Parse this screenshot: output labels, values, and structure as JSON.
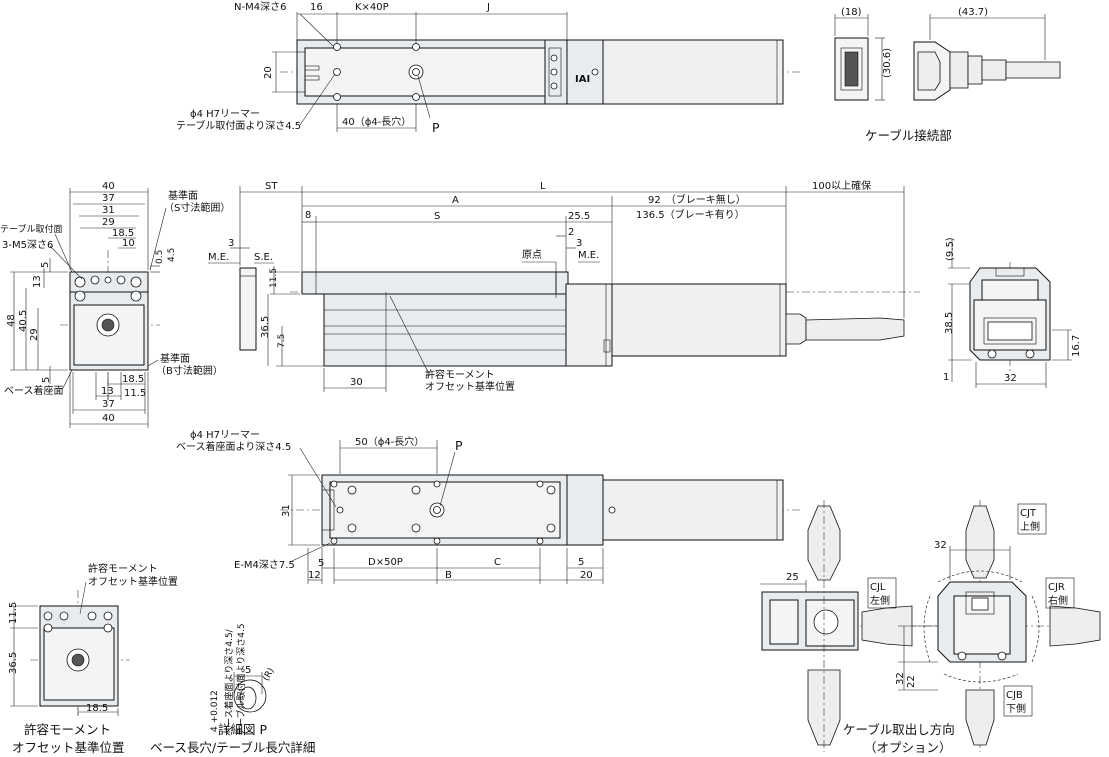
{
  "top_view": {
    "n_m4": "N-M4深さ6",
    "d16": "16",
    "kx40p": "K×40P",
    "j": "J",
    "d20": "20",
    "reamer1": "ϕ4 H7リーマー",
    "reamer2": "テーブル取付面より深さ4.5",
    "d40": "40（ϕ4-長穴）",
    "p": "P"
  },
  "cable_joint": {
    "d18": "(18)",
    "d43_7": "(43.7)",
    "d30_6": "(30.6)",
    "caption": "ケーブル接続部"
  },
  "end_view": {
    "d40": "40",
    "d37": "37",
    "d31": "31",
    "d29": "29",
    "d18_5": "18.5",
    "d10": "10",
    "ref_s1": "基準面",
    "ref_s2": "（S寸法範囲）",
    "table_surface": "テーブル取付面",
    "m5": "3-M5深さ6",
    "d5a": "5",
    "d0_5": "0.5",
    "d4_5": "4.5",
    "d13": "13",
    "d48": "48",
    "d40_5": "40.5",
    "d29v": "29",
    "d5b": "5",
    "ref_b1": "基準面",
    "ref_b2": "（B寸法範囲）",
    "base_surface": "ベース着座面",
    "d18_5b": "18.5",
    "d13b": "13",
    "d11_5": "11.5",
    "d37b": "37",
    "d40b": "40"
  },
  "side_view": {
    "st": "ST",
    "l": "L",
    "guarantee": "100以上確保",
    "a": "A",
    "brake1": "92　（ブレーキ無し）",
    "brake2": "136.5（ブレーキ有り）",
    "d8": "8",
    "s": "S",
    "d25_5": "25.5",
    "d2": "2",
    "d3a": "3",
    "d3b": "3",
    "me_l": "M.E.",
    "se": "S.E.",
    "origin": "原点",
    "me_r": "M.E.",
    "d11_5": "11.5",
    "d36_5": "36.5",
    "d7_5": "7.5",
    "d30": "30",
    "moment1": "許容モーメント",
    "moment2": "オフセット基準位置"
  },
  "motor_end": {
    "d9_5": "(9.5)",
    "d38_5": "38.5",
    "d16_7": "16.7",
    "d1": "1",
    "d32": "32"
  },
  "bottom_view": {
    "reamer1": "ϕ4 H7リーマー",
    "reamer2": "ベース着座面より深さ4.5",
    "d50": "50（ϕ4-長穴）",
    "p": "P",
    "d31": "31",
    "e_m4": "E-M4深さ7.5",
    "d5a": "5",
    "d12": "12",
    "dx50p": "D×50P",
    "b": "B",
    "c": "C",
    "d5b": "5",
    "d20": "20"
  },
  "moment_view": {
    "label1": "許容モーメント",
    "label2": "オフセット基準位置",
    "d11_5": "11.5",
    "d36_5": "36.5",
    "d18_5": "18.5",
    "cap1": "許容モーメント",
    "cap2": "オフセット基準位置"
  },
  "detail_p": {
    "tol": "4 +0.012",
    "tol0": "0",
    "v1": "ベース着座面より深さ4.5/",
    "v2": "テーブル取付面より深さ4.5",
    "d5": "5",
    "r": "(R)",
    "cap1": "詳細図 P",
    "cap2": "ベース長穴/テーブル長穴詳細"
  },
  "cable_dir": {
    "d25": "25",
    "d32": "32",
    "cjt1": "CJT",
    "cjt2": "上側",
    "cjl1": "CJL",
    "cjl2": "左側",
    "cjr1": "CJR",
    "cjr2": "右側",
    "cjb1": "CJB",
    "cjb2": "下側",
    "d32v": "32",
    "d22": "22",
    "cap1": "ケーブル取出し方向",
    "cap2": "（オプション）"
  }
}
